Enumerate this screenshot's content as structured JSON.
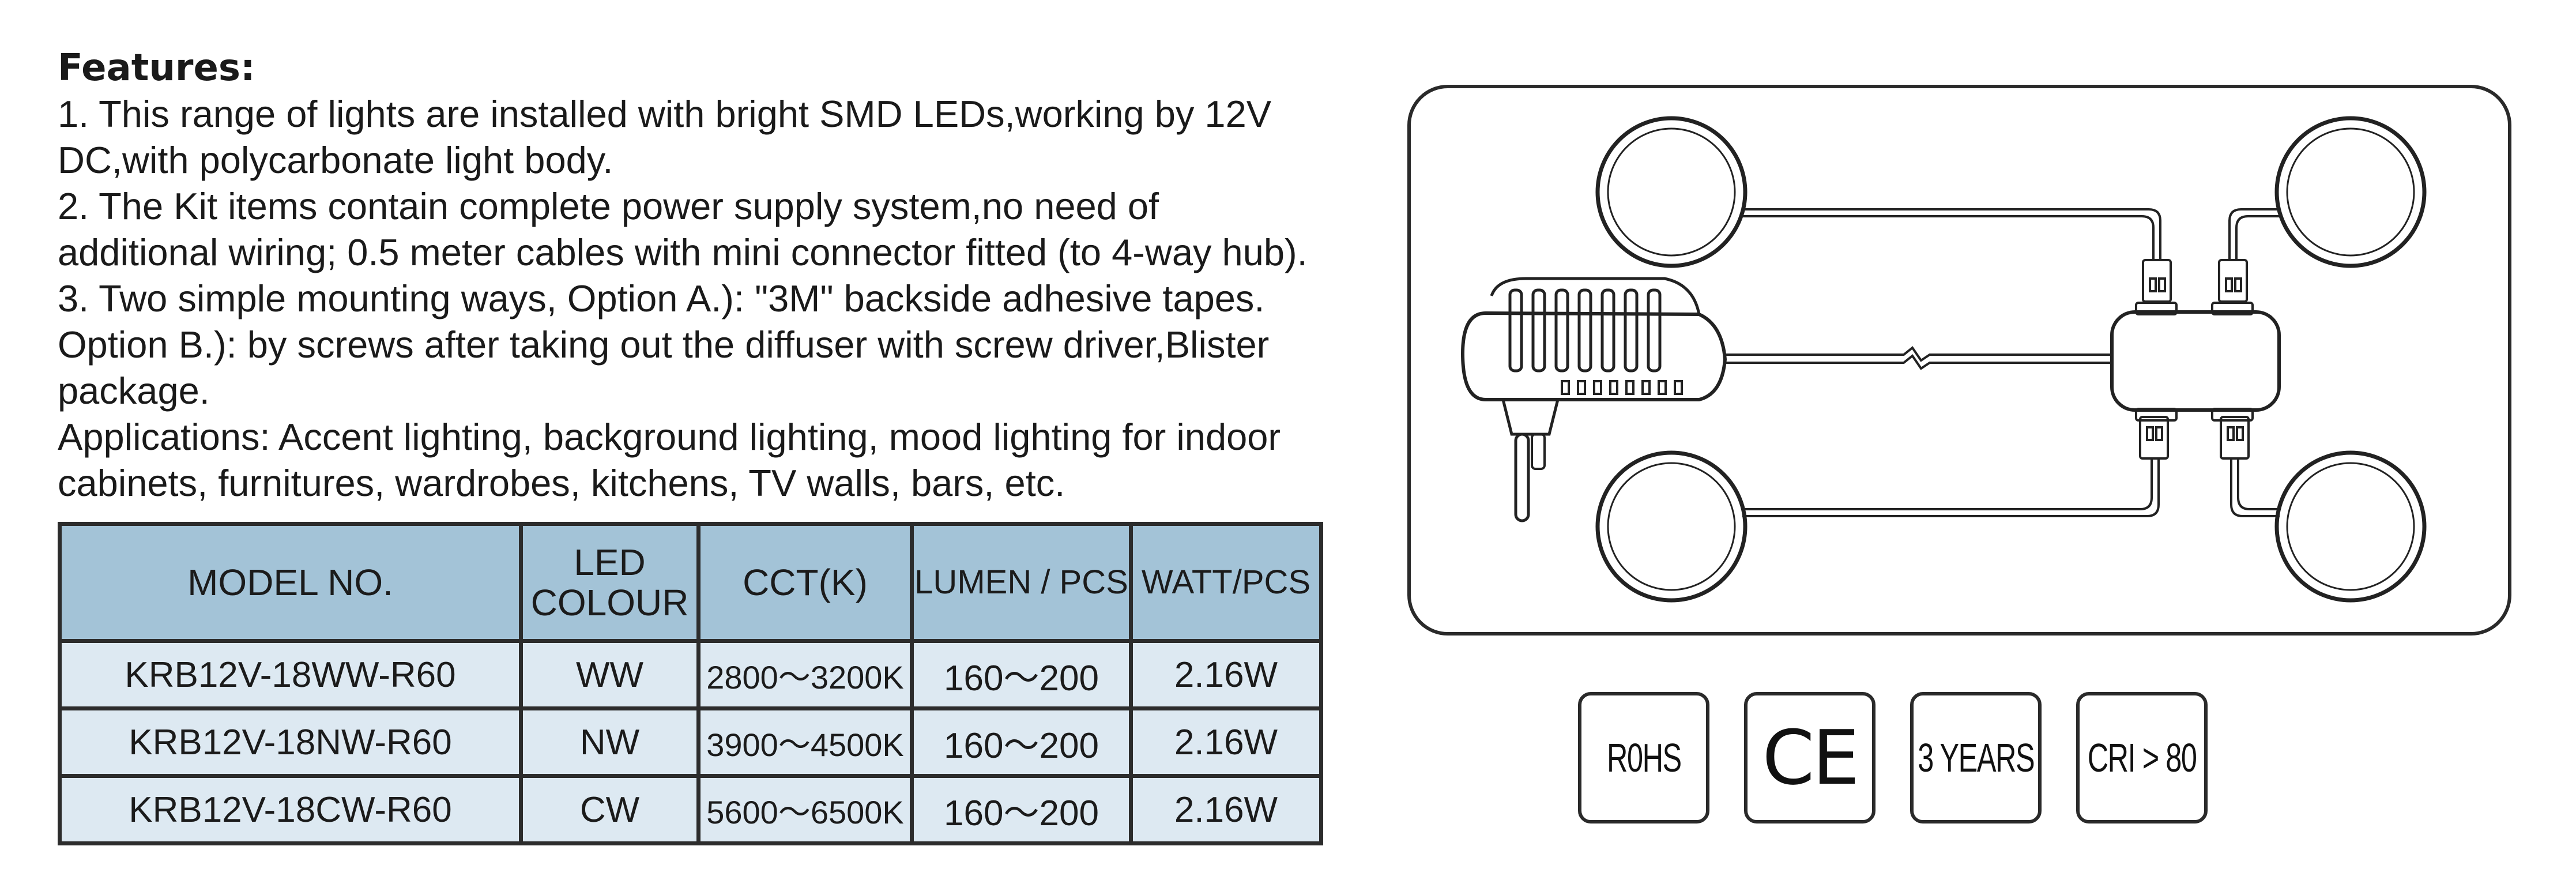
{
  "features": {
    "title": "Features:",
    "lines": [
      "1. This range of lights are installed with bright  SMD LEDs,working by 12V",
      "DC,with  polycarbonate light body.",
      "2. The Kit items contain complete power supply system,no need of",
      "additional wiring; 0.5 meter cables with mini connector fitted (to 4-way hub).",
      "3. Two simple mounting ways, Option A.):   \"3M\" backside adhesive tapes.",
      "Option B.):  by screws after taking out the diffuser with screw driver,Blister",
      "package.",
      "Applications:  Accent lighting, background lighting, mood lighting for indoor",
      "cabinets, furnitures,  wardrobes, kitchens, TV walls, bars, etc."
    ]
  },
  "table": {
    "headers": {
      "model": "MODEL NO.",
      "colour_line1": "LED",
      "colour_line2": "COLOUR",
      "cct": "CCT(K)",
      "lumen": "LUMEN / PCS",
      "watt": "WATT/PCS"
    },
    "rows": [
      {
        "model": "KRB12V-18WW-R60",
        "colour": "WW",
        "cct": "2800～3200K",
        "lumen": "160～200",
        "watt": "2.16W"
      },
      {
        "model": "KRB12V-18NW-R60",
        "colour": "NW",
        "cct": "3900～4500K",
        "lumen": "160～200",
        "watt": "2.16W"
      },
      {
        "model": "KRB12V-18CW-R60",
        "colour": "CW",
        "cct": "5600～6500K",
        "lumen": "160～200",
        "watt": "2.16W"
      }
    ],
    "colors": {
      "header_bg": "#a3c3d7",
      "row_bg": "#dde9f2",
      "border": "#2c2c2c"
    }
  },
  "diagram": {
    "icons": [
      "power-adapter-icon",
      "hub-icon",
      "puck-light-icon",
      "mini-connector-icon"
    ]
  },
  "badges": {
    "rohs": "R0HS",
    "ce": "CE",
    "warranty": "3 YEARS",
    "cri": "CRI > 80"
  }
}
